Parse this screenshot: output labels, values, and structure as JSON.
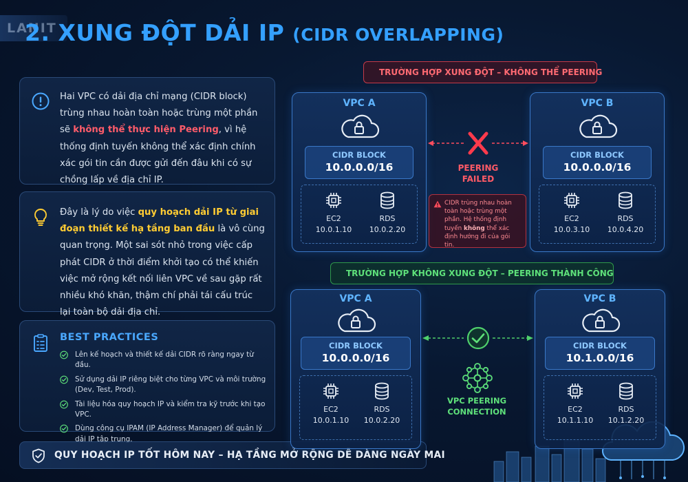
{
  "header": {
    "logo": "LANIT",
    "title": "2. XUNG ĐỘT DẢI IP",
    "title_sub": "(CIDR OVERLAPPING)"
  },
  "left": {
    "card1": {
      "pre": "Hai VPC có dải địa chỉ mạng (CIDR block) trùng nhau hoàn toàn hoặc trùng một phần sẽ ",
      "highlight": "không thể thực hiện Peering",
      "post": ", vì hệ thống định tuyến không thể xác định chính xác gói tin cần được gửi đến đâu khi có sự chồng lấp về địa chỉ IP."
    },
    "card2": {
      "pre": "Đây là lý do việc ",
      "highlight": "quy hoạch dải IP từ giai đoạn thiết kế hạ tầng ban đầu",
      "post": " là vô cùng quan trọng. Một sai sót nhỏ trong việc cấp phát CIDR ở thời điểm khởi tạo có thể khiến việc mở rộng kết nối liên VPC về sau gặp rất nhiều khó khăn, thậm chí phải tái cấu trúc lại toàn bộ dải địa chỉ."
    },
    "best_practices": {
      "title": "BEST PRACTICES",
      "items": [
        "Lên kế hoạch và thiết kế dải CIDR rõ ràng ngay từ đầu.",
        "Sử dụng dải IP riêng biệt cho từng VPC và môi trường (Dev, Test, Prod).",
        "Tài liệu hóa quy hoạch IP và kiểm tra kỹ trước khi tạo VPC.",
        "Dùng công cụ IPAM (IP Address Manager) để quản lý dải IP tập trung."
      ]
    }
  },
  "banner": {
    "text": "QUY HOẠCH IP TỐT HÔM NAY – HẠ TẦNG MỞ RỘNG DỄ DÀNG NGÀY MAI"
  },
  "scenario_fail": {
    "title": "TRƯỜNG HỢP XUNG ĐỘT – KHÔNG THỂ PEERING",
    "peering_status_line1": "PEERING",
    "peering_status_line2": "FAILED",
    "warning_pre": "CIDR trùng nhau hoàn toàn hoặc trùng một phần. Hệ thống định tuyến ",
    "warning_bold": "không",
    "warning_post": " thể xác định hướng đi của gói tin.",
    "vpc_a": {
      "name": "VPC A",
      "cidr_label": "CIDR BLOCK",
      "cidr": "10.0.0.0/16",
      "ec2_label": "EC2",
      "ec2_ip": "10.0.1.10",
      "rds_label": "RDS",
      "rds_ip": "10.0.2.20"
    },
    "vpc_b": {
      "name": "VPC B",
      "cidr_label": "CIDR BLOCK",
      "cidr": "10.0.0.0/16",
      "ec2_label": "EC2",
      "ec2_ip": "10.0.3.10",
      "rds_label": "RDS",
      "rds_ip": "10.0.4.20"
    }
  },
  "scenario_ok": {
    "title": "TRƯỜNG HỢP KHÔNG XUNG ĐỘT – PEERING THÀNH CÔNG",
    "connection_line1": "VPC PEERING",
    "connection_line2": "CONNECTION",
    "vpc_a": {
      "name": "VPC A",
      "cidr_label": "CIDR BLOCK",
      "cidr": "10.0.0.0/16",
      "ec2_label": "EC2",
      "ec2_ip": "10.0.1.10",
      "rds_label": "RDS",
      "rds_ip": "10.0.2.20"
    },
    "vpc_b": {
      "name": "VPC B",
      "cidr_label": "CIDR BLOCK",
      "cidr": "10.1.0.0/16",
      "ec2_label": "EC2",
      "ec2_ip": "10.1.1.10",
      "rds_label": "RDS",
      "rds_ip": "10.1.2.20"
    }
  },
  "colors": {
    "accent": "#34a0ff",
    "danger": "#ff5a66",
    "success": "#5ee07a",
    "highlight": "#ffcc33"
  }
}
